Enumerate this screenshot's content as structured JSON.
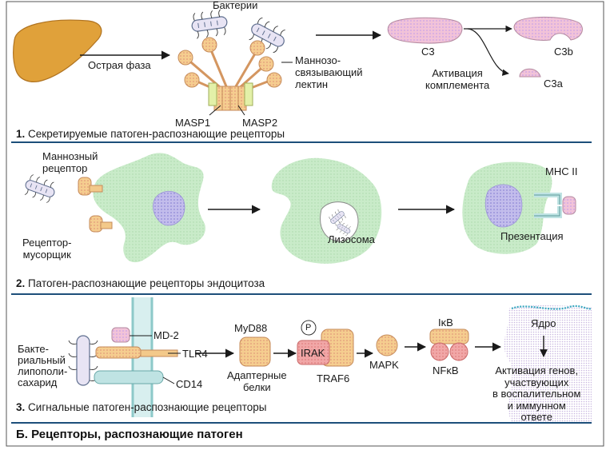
{
  "panel1": {
    "bacteria": "Бактерии",
    "acute_phase": "Острая фаза",
    "mbl": "Маннозо-\nсвязывающий\nлектин",
    "masp1": "MASP1",
    "masp2": "MASP2",
    "c3": "C3",
    "c3b": "C3b",
    "c3a": "C3a",
    "complement": "Активация\nкомплемента",
    "caption_num": "1.",
    "caption": "Секретируемые патоген-распознающие рецепторы"
  },
  "panel2": {
    "mannose_receptor": "Маннозный\nрецептор",
    "scavenger": "Рецептор-\nмусорщик",
    "lysosome": "Лизосома",
    "mhc": "MHC II",
    "presentation": "Презентация",
    "caption_num": "2.",
    "caption": "Патоген-распознающие рецепторы эндоцитоза"
  },
  "panel3": {
    "lps": "Бакте-\nриальный\nлипополи-\nсахарид",
    "md2": "MD-2",
    "tlr4": "TLR4",
    "cd14": "CD14",
    "myd88": "MyD88",
    "adapters": "Адаптерные\nбелки",
    "p": "P",
    "irak": "IRAK",
    "traf6": "TRAF6",
    "mapk": "MAPK",
    "ikb": "IκB",
    "nfkb": "NFκB",
    "nucleus": "Ядро",
    "gene_activation": "Активация генов,\nучаствующих\nв воспалительном\nи иммунном\nответе",
    "caption_num": "3.",
    "caption": "Сигнальные патоген-распознающие рецепторы"
  },
  "figure_title": "Б. Рецепторы, распознающие патоген",
  "colors": {
    "cell_green": "#c9ebc9",
    "nucleus_purple": "#b9b3e6",
    "protein_orange": "#f3c98a",
    "protein_pink": "#f0b6cf",
    "liver": "#e0a13a",
    "membrane_teal": "#bfe3e3",
    "divider": "#1d4f7a"
  }
}
